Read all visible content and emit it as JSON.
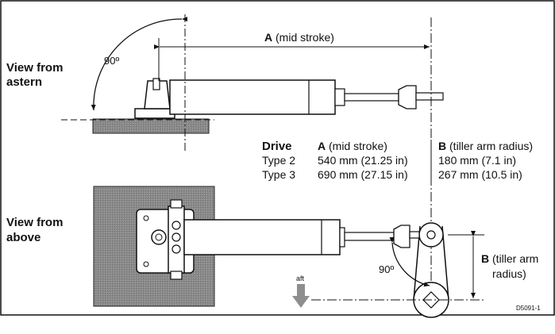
{
  "diagram": {
    "view_astern": [
      "View from",
      "astern"
    ],
    "view_above": [
      "View from",
      "above"
    ],
    "dim_a_letter": "A",
    "dim_a_text": " (mid stroke)",
    "angle_astern": "90º",
    "angle_above": "90º",
    "aft_label": "aft",
    "dim_b_letter": "B",
    "dim_b_text_1": " (tiller arm",
    "dim_b_text_2": "radius)",
    "figure_code": "D5091-1"
  },
  "spec_table": {
    "header": {
      "drive": "Drive",
      "a_letter": "A",
      "a_text": " (mid stroke)",
      "b_letter": "B",
      "b_text": " (tiller arm radius)"
    },
    "rows": [
      {
        "drive": "Type 2",
        "a": "540 mm (21.25 in)",
        "b": "180 mm (7.1 in)"
      },
      {
        "drive": "Type 3",
        "a": "690 mm (27.15 in)",
        "b": "267 mm (10.5 in)"
      }
    ]
  }
}
